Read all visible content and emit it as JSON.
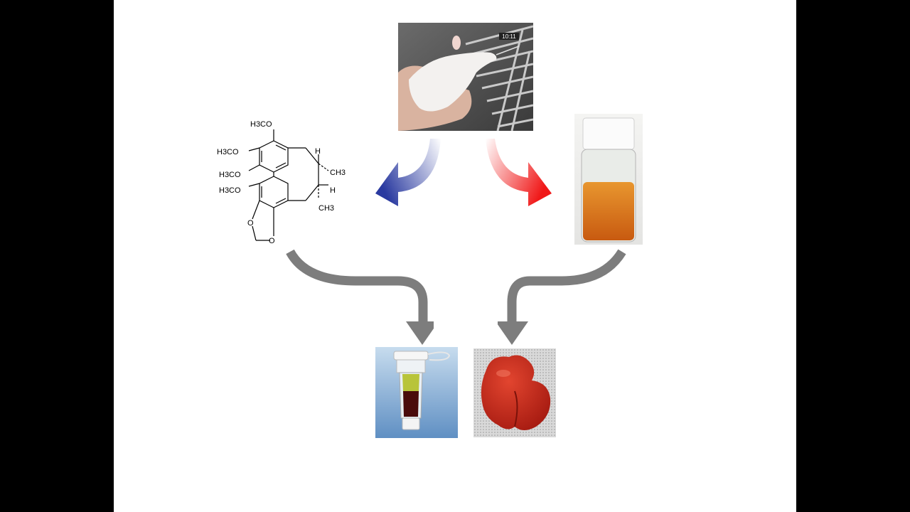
{
  "colors": {
    "background": "#000000",
    "slide": "#ffffff",
    "blue_arrow": "#2a3aa0",
    "red_arrow": "#f01818",
    "gray_arrow": "#7d7d7d"
  },
  "mouse_photo": {
    "timestamp": "10:11"
  },
  "structure": {
    "labels": {
      "h3co_1": "H3CO",
      "h3co_2": "H3CO",
      "h3co_3": "H3CO",
      "h3co_4": "H3CO",
      "ch3_top": "CH3",
      "ch3_bottom": "CH3",
      "h_top": "H",
      "h_mid": "H",
      "o_left": "O",
      "o_bottom": "O"
    }
  },
  "icons": {
    "mouse": "mouse-oral-gavage-photo",
    "vial": "solution-vial-photo",
    "tube": "blood-sample-tube-photo",
    "liver": "liver-tissue-photo"
  }
}
